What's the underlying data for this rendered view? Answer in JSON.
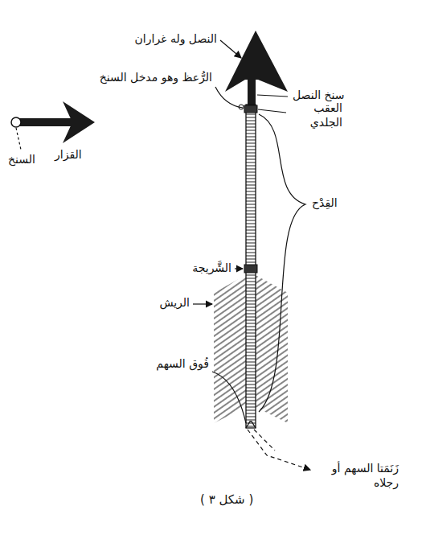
{
  "diagram": {
    "caption": "( شكل ٣ )",
    "labels": [
      "النصل وله غراران",
      "سنخ النصل",
      "الرُّعظ وهو مدخل السنخ",
      "العقب الجلدي",
      "القزار",
      "السنخ",
      "القِدْح",
      "الشَّريجة",
      "الريش",
      "فُوق السهم",
      "زَنَمَتا السهم أو رجلاه"
    ]
  }
}
